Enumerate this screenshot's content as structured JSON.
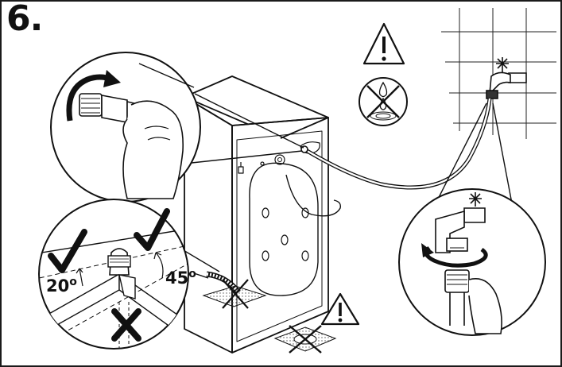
{
  "step": {
    "number": "6."
  },
  "angles": {
    "left": {
      "value": "20",
      "unit": "o"
    },
    "right": {
      "value": "45",
      "unit": "o"
    }
  },
  "icons": {
    "warning": "warning-triangle-icon",
    "no_drip": "no-water-drip-icon",
    "check": "check-mark-icon",
    "cross": "cross-mark-icon",
    "rotate": "rotate-arrow-icon"
  },
  "colors": {
    "line": "#1a1a1a",
    "fill": "#ffffff",
    "shade": "#d9d9d9"
  }
}
